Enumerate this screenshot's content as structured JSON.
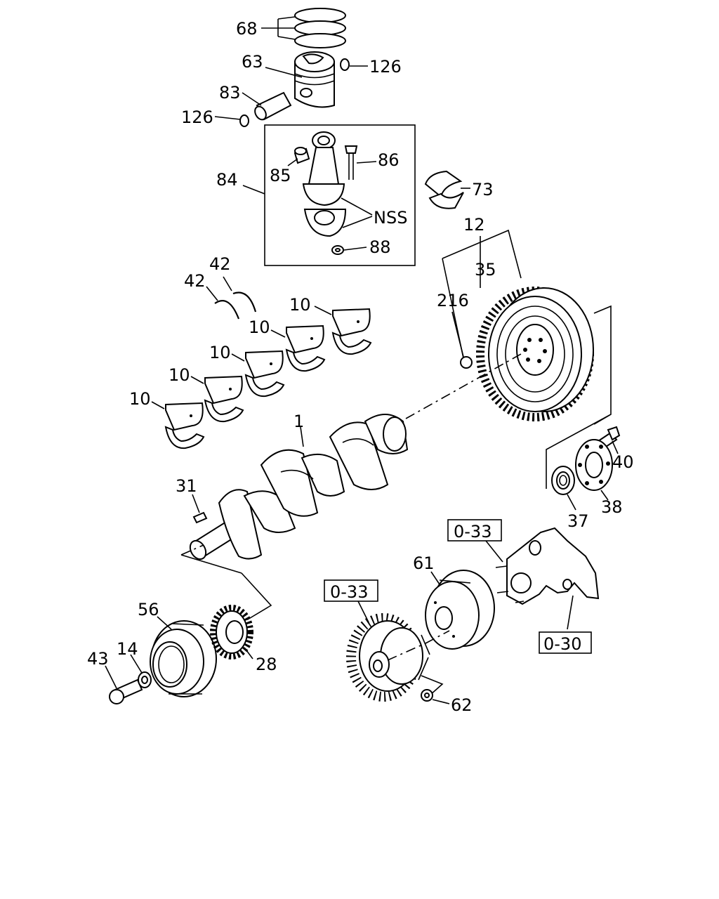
{
  "diagram": {
    "callouts": {
      "c68": "68",
      "c63": "63",
      "c126a": "126",
      "c83": "83",
      "c126b": "126",
      "c84": "84",
      "c85": "85",
      "c86": "86",
      "c73": "73",
      "cnss": "NSS",
      "c88": "88",
      "c12": "12",
      "c35": "35",
      "c216": "216",
      "c42a": "42",
      "c42b": "42",
      "c10a": "10",
      "c10b": "10",
      "c10c": "10",
      "c10d": "10",
      "c10e": "10",
      "c1": "1",
      "c40": "40",
      "c38": "38",
      "c37": "37",
      "c31": "31",
      "c033a": "0-33",
      "c61": "61",
      "c033b": "0-33",
      "c030": "0-30",
      "c56": "56",
      "c28": "28",
      "c43": "43",
      "c14": "14",
      "c62": "62"
    }
  }
}
